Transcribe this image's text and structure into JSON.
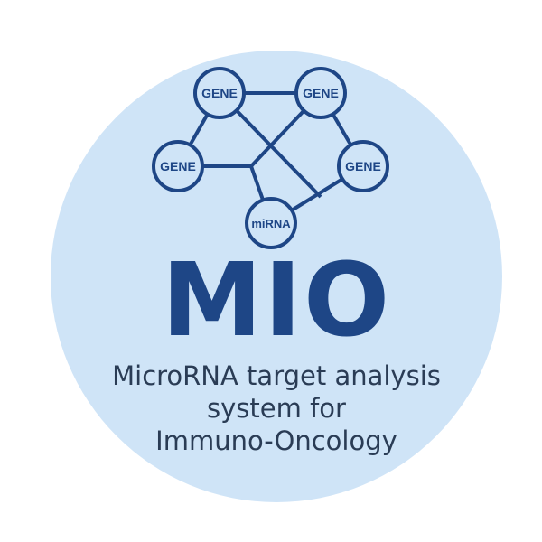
{
  "logo": {
    "title": "MIO",
    "subtitle_lines": [
      "MicroRNA target analysis",
      "system for",
      "Immuno-Oncology"
    ],
    "nodes": [
      "GENE",
      "GENE",
      "GENE",
      "GENE",
      "miRNA"
    ],
    "colors": {
      "background_circle": "#cfe4f7",
      "primary": "#1e4686",
      "text": "#2a3c55"
    }
  }
}
